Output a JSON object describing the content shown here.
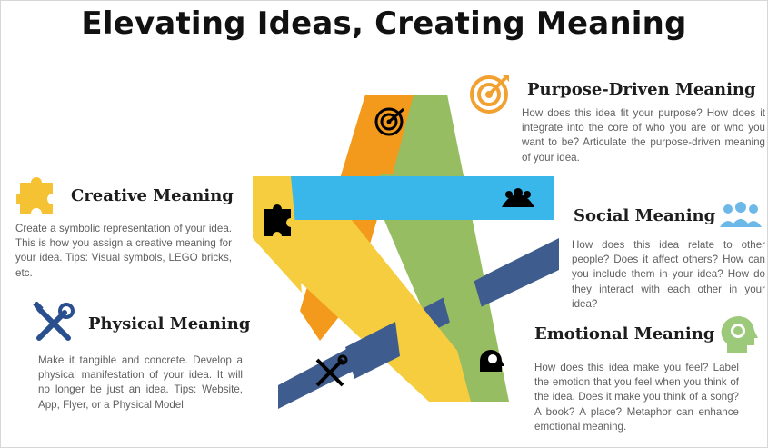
{
  "title": "Elevating Ideas, Creating Meaning",
  "colors": {
    "orange": "#f39a1c",
    "green": "#97bd63",
    "blue": "#39b6ea",
    "yellow": "#f5cd3f",
    "navy": "#3f5c8e",
    "icon_orange": "#f2a131",
    "icon_yellow": "#f5c233",
    "icon_navy": "#294f8f",
    "icon_blue": "#6cb8e8",
    "icon_green": "#9cc97a"
  },
  "sections": {
    "purpose": {
      "heading": "Purpose-Driven Meaning",
      "text": "How does this idea fit your purpose? How does it integrate into the core of who you are or who you want to be? Articulate the purpose-driven meaning of your idea.",
      "icon": "target-icon"
    },
    "creative": {
      "heading": "Creative Meaning",
      "text": "Create a symbolic representation of your idea. This is how you assign a creative meaning for your idea. Tips: Visual symbols, LEGO bricks, etc.",
      "icon": "puzzle-icon"
    },
    "social": {
      "heading": "Social Meaning",
      "text": "How does this idea relate to other people? Does it affect others? How can you include them in your idea? How do they interact with each other in your idea?",
      "icon": "people-icon"
    },
    "physical": {
      "heading": "Physical Meaning",
      "text": "Make it tangible and concrete. Develop a physical manifestation of your idea. It will no longer be just an idea. Tips: Website, App, Flyer, or a Physical Model",
      "icon": "tools-icon"
    },
    "emotional": {
      "heading": "Emotional Meaning",
      "text": "How does this idea make you feel? Label the emotion that you feel when you think of the idea. Does it make you think of a song? A book? A place? Metaphor can enhance emotional meaning.",
      "icon": "brain-head-icon"
    }
  }
}
